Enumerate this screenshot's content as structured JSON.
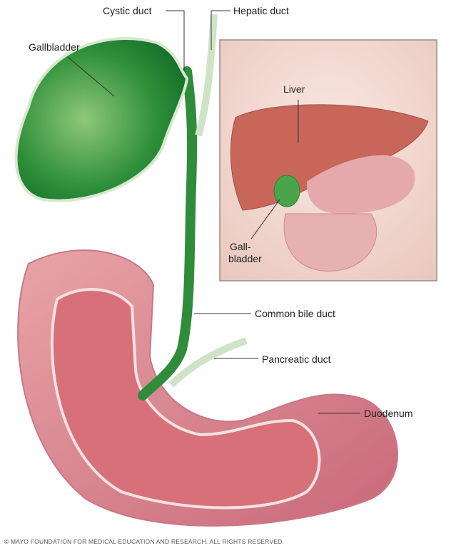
{
  "labels": {
    "cystic_duct": "Cystic duct",
    "hepatic_duct": "Hepatic duct",
    "gallbladder": "Gallbladder",
    "liver": "Liver",
    "inset_gallbladder_1": "Gall-",
    "inset_gallbladder_2": "bladder",
    "common_bile_duct": "Common bile duct",
    "pancreatic_duct": "Pancreatic duct",
    "duodenum": "Duodenum"
  },
  "copyright": "© MAYO FOUNDATION FOR MEDICAL EDUCATION AND RESEARCH. ALL RIGHTS RESERVED.",
  "colors": {
    "gallbladder": "#2f9a3a",
    "duodenum": "#d9848a",
    "liver": "#c9665a",
    "inset_bg": "#f3ddd6"
  }
}
